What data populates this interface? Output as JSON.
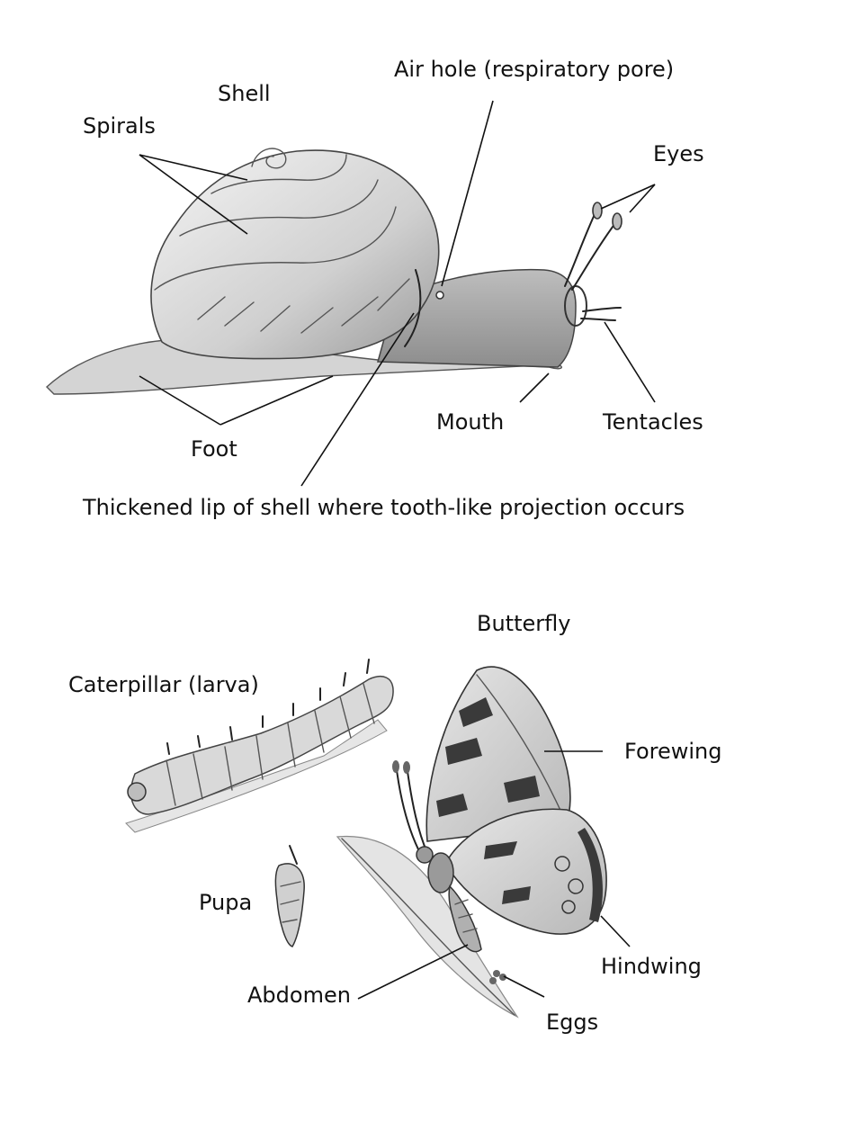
{
  "snail": {
    "labels": {
      "shell": "Shell",
      "spirals": "Spirals",
      "air_hole": "Air hole (respiratory pore)",
      "eyes": "Eyes",
      "foot": "Foot",
      "mouth": "Mouth",
      "tentacles": "Tentacles",
      "thickened_lip": "Thickened lip of shell where tooth-like projection occurs"
    }
  },
  "butterfly": {
    "labels": {
      "butterfly": "Butterfly",
      "caterpillar": "Caterpillar (larva)",
      "forewing": "Forewing",
      "pupa": "Pupa",
      "hindwing": "Hindwing",
      "abdomen": "Abdomen",
      "eggs": "Eggs"
    }
  }
}
